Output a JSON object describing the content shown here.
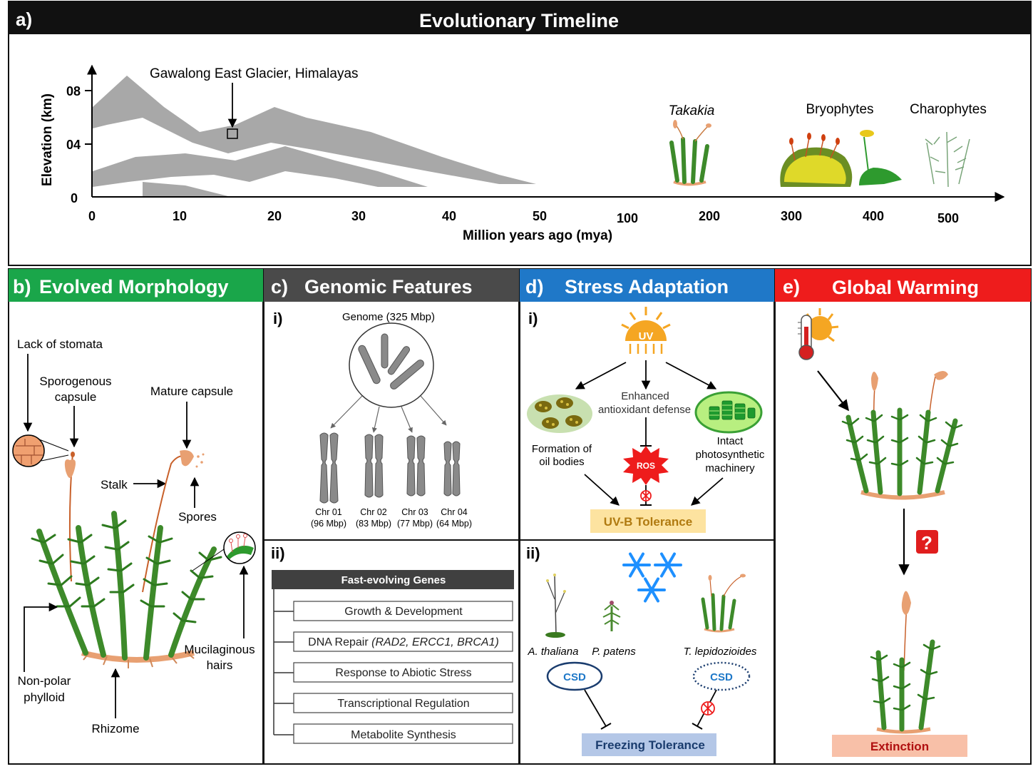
{
  "panel_a": {
    "letter": "a)",
    "title": "Evolutionary Timeline",
    "location_label": "Gawalong  East Glacier, Himalayas",
    "ylabel": "Elevation (km)",
    "yticks": [
      "08",
      "04",
      "0"
    ],
    "xticks": [
      "0",
      "10",
      "20",
      "30",
      "40",
      "50",
      "100",
      "200",
      "300",
      "400",
      "500"
    ],
    "xlabel": "Million  years ago (mya)",
    "lineages": [
      "Takakia",
      "Bryophytes",
      "Charophytes"
    ]
  },
  "panel_b": {
    "letter": "b)",
    "title": "Evolved Morphology",
    "labels": {
      "stomata": "Lack of stomata",
      "sporogenous_1": "Sporogenous",
      "sporogenous_2": "capsule",
      "mature": "Mature capsule",
      "stalk": "Stalk",
      "spores": "Spores",
      "mucilaginous_1": "Mucilaginous",
      "mucilaginous_2": "hairs",
      "phylloid_1": "Non-polar",
      "phylloid_2": "phylloid",
      "rhizome": "Rhizome"
    }
  },
  "panel_c": {
    "letter": "c)",
    "title": "Genomic Features",
    "sub_i": "i)",
    "sub_ii": "ii)",
    "genome": "Genome (325 Mbp)",
    "chromosomes": [
      {
        "name": "Chr 01",
        "size": "(96 Mbp)"
      },
      {
        "name": "Chr 02",
        "size": "(83 Mbp)"
      },
      {
        "name": "Chr 03",
        "size": "(77 Mbp)"
      },
      {
        "name": "Chr 04",
        "size": "(64 Mbp)"
      }
    ],
    "genes_header": "Fast-evolving Genes",
    "genes": [
      "Growth & Development",
      "DNA Repair",
      "Response to Abiotic Stress",
      "Transcriptional Regulation",
      "Metabolite Synthesis"
    ],
    "dna_repair_genes": "(RAD2, ERCC1, BRCA1)"
  },
  "panel_d": {
    "letter": "d)",
    "title": "Stress Adaptation",
    "sub_i": "i)",
    "sub_ii": "ii)",
    "uv": "UV",
    "enhanced_1": "Enhanced",
    "enhanced_2": "antioxidant defense",
    "oil_1": "Formation of",
    "oil_2": "oil bodies",
    "intact_1": "Intact",
    "intact_2": "photosynthetic",
    "intact_3": "machinery",
    "ros": "ROS",
    "uvb": "UV-B Tolerance",
    "species": [
      "A. thaliana",
      "P. patens",
      "T. lepidozioides"
    ],
    "csd": "CSD",
    "freezing": "Freezing Tolerance"
  },
  "panel_e": {
    "letter": "e)",
    "title": "Global Warming",
    "question": "?",
    "extinction": "Extinction"
  },
  "colors": {
    "header_a": "#111111",
    "header_b": "#1aa64a",
    "header_c": "#4a4a4a",
    "header_d": "#1f78c8",
    "header_e": "#ee1c1c",
    "moss_green": "#3d8a2a",
    "capsule": "#e8a072",
    "mountain": "#a8a8a8",
    "uvb_bg": "#fde3a0",
    "freezing_bg": "#b4c7e7",
    "extinction_bg": "#f8c0a8",
    "snowflake": "#1e90ff"
  }
}
